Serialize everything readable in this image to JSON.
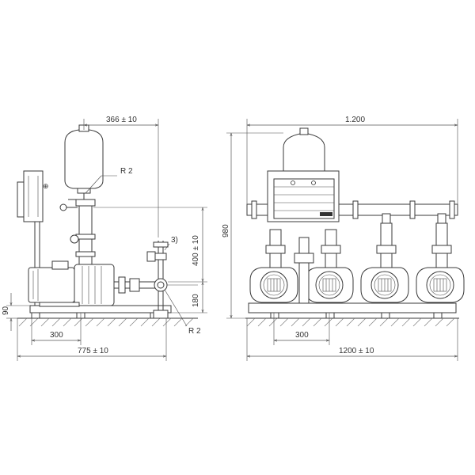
{
  "side_view": {
    "dim_top_width": "366 ± 10",
    "label_r2_top": "R 2",
    "label_note": "3)",
    "dim_height_upper": "400 ± 10",
    "dim_height_lower": "180",
    "dim_base_height": "90",
    "label_r2_bottom": "R 2",
    "dim_foot_spacing": "300",
    "dim_total_length": "775 ± 10"
  },
  "front_view": {
    "dim_top_width": "1.200",
    "dim_total_height": "980",
    "dim_foot_spacing": "300",
    "dim_total_width": "1200 ± 10"
  }
}
